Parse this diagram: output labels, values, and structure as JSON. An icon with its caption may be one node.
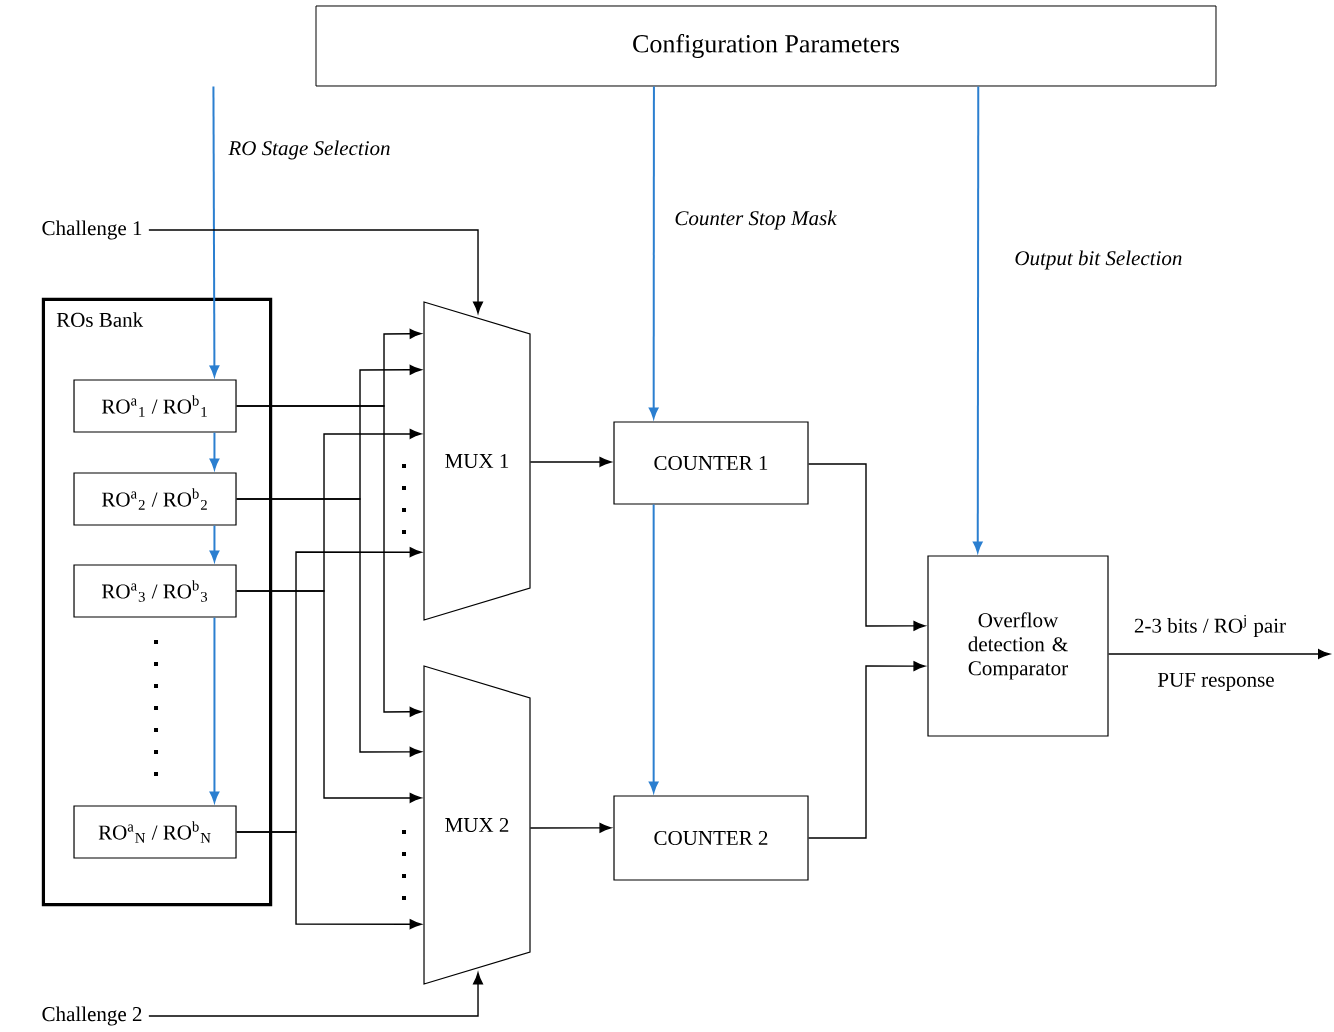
{
  "diagram": {
    "nodes": [
      {
        "text": [
          "Configuration Parameters"
        ]
      },
      {
        "text": [
          "ROs Bank"
        ]
      },
      {
        "text": [
          "RO$^{a}$$_{1}$ / RO$^{b}$$_{1}$"
        ],
        "in": 1
      },
      {
        "text": [
          "RO$^{a}$$_{2}$ / RO$^{b}$$_{2}$"
        ],
        "in": 1
      },
      {
        "text": [
          "RO$^{a}$$_{3}$ / RO$^{b}$$_{3}$"
        ],
        "in": 1
      },
      {
        "text": [
          "RO$^{a}$$_{N}$ / RO$^{b}$$_{N}$"
        ],
        "in": 1
      },
      {
        "text": [
          "MUX 1"
        ]
      },
      {
        "text": [
          "MUX 2"
        ]
      },
      {
        "text": [
          "COUNTER 1"
        ]
      },
      {
        "text": [
          "COUNTER 2"
        ]
      },
      {
        "text": [
          "Overflow detection & Comparator"
        ]
      },
      {
        "text": [
          "Challenge 1"
        ]
      },
      {
        "text": [
          "Challenge 2"
        ]
      }
    ],
    "edges": [
      {
        "from": 0,
        "to": 2,
        "arrow": "to",
        "color": "#2b7fd0",
        "label": "RO Stage Selection"
      },
      {
        "from": 2,
        "to": 3,
        "arrow": "to",
        "color": "#2b7fd0"
      },
      {
        "from": 3,
        "to": 4,
        "arrow": "to",
        "color": "#2b7fd0"
      },
      {
        "from": 4,
        "to": 5,
        "arrow": "to",
        "color": "#2b7fd0"
      },
      {
        "from": 0,
        "to": 8,
        "arrow": "to",
        "color": "#2b7fd0",
        "label": "Counter Stop Mask"
      },
      {
        "from": 8,
        "to": 9,
        "arrow": "to",
        "color": "#2b7fd0"
      },
      {
        "from": 0,
        "to": 10,
        "arrow": "to",
        "color": "#2b7fd0",
        "label": "Output bit Selection"
      },
      {
        "from": 11,
        "to": 6,
        "arrow": "to"
      },
      {
        "from": 12,
        "to": 7,
        "arrow": "to"
      },
      {
        "from": 2,
        "to": 6,
        "arrow": "to"
      },
      {
        "from": 2,
        "to": 7,
        "arrow": "to"
      },
      {
        "from": 3,
        "to": 6,
        "arrow": "to"
      },
      {
        "from": 3,
        "to": 7,
        "arrow": "to"
      },
      {
        "from": 4,
        "to": 6,
        "arrow": "to"
      },
      {
        "from": 4,
        "to": 7,
        "arrow": "to"
      },
      {
        "from": 5,
        "to": 6,
        "arrow": "to"
      },
      {
        "from": 5,
        "to": 7,
        "arrow": "to"
      },
      {
        "from": 6,
        "to": 8,
        "arrow": "to"
      },
      {
        "from": 7,
        "to": 9,
        "arrow": "to"
      },
      {
        "from": 8,
        "to": 10,
        "arrow": "to"
      },
      {
        "from": 9,
        "to": 10,
        "arrow": "to"
      },
      {
        "from": 10,
        "to": null,
        "arrow": "to",
        "label": "2-3 bits / RO$^{j}$ pair"
      }
    ],
    "labels": [
      "PUF response"
    ]
  }
}
